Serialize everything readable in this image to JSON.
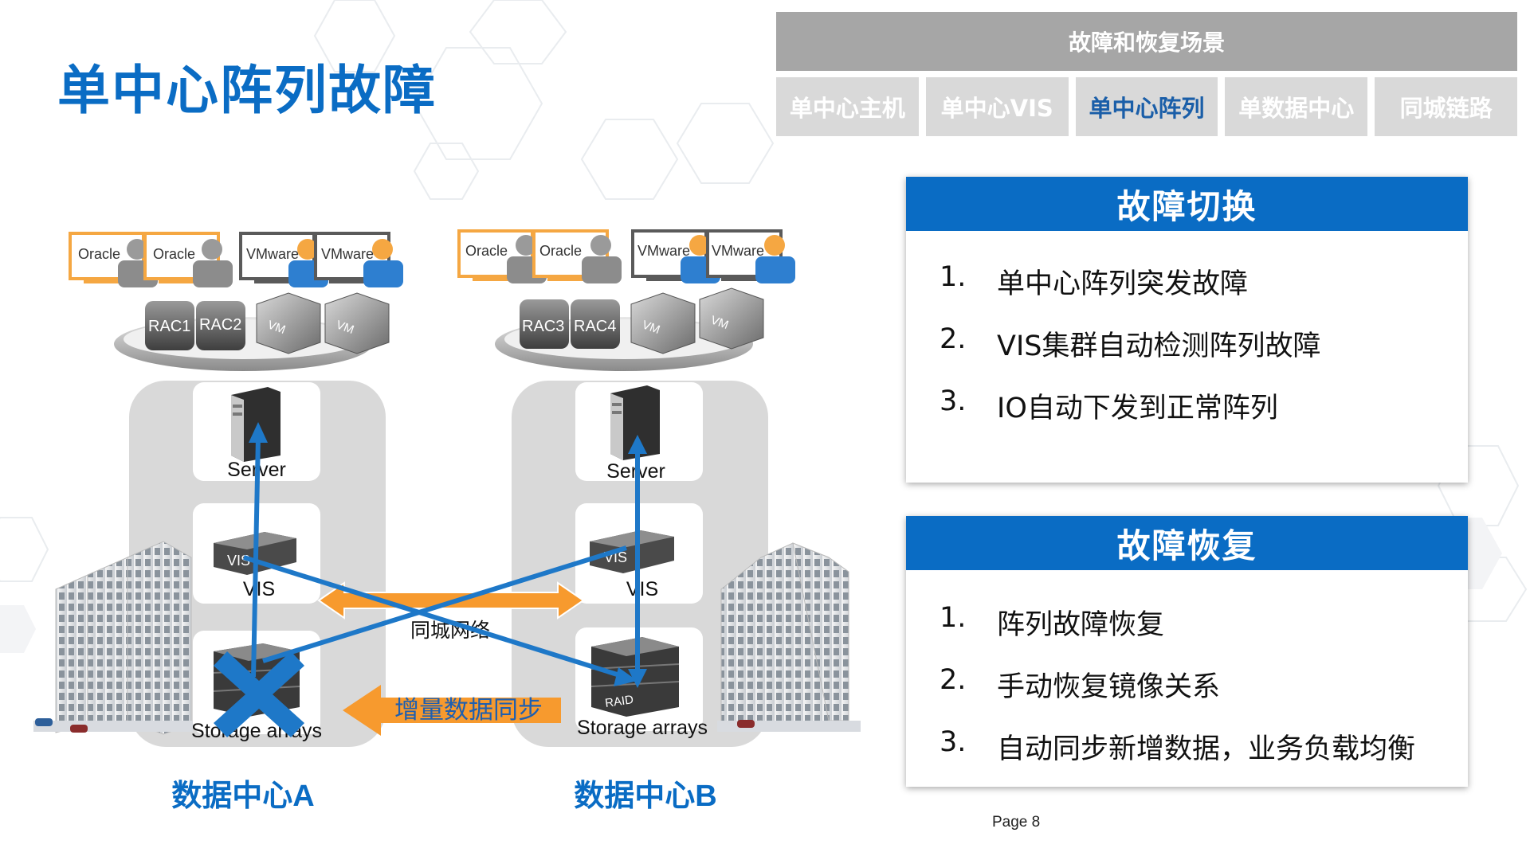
{
  "slide": {
    "title": "单中心阵列故障",
    "page": "Page 8"
  },
  "scene_nav": {
    "header": "故障和恢复场景",
    "tabs": [
      {
        "label": "单中心主机",
        "active": false
      },
      {
        "label": "单中心VIS",
        "active": false
      },
      {
        "label": "单中心阵列",
        "active": true
      },
      {
        "label": "单数据中心",
        "active": false
      },
      {
        "label": "同城链路",
        "active": false
      }
    ]
  },
  "failover": {
    "title": "故障切换",
    "items": [
      {
        "num": "1.",
        "text": "单中心阵列突发故障"
      },
      {
        "num": "2.",
        "text": "VIS集群自动检测阵列故障"
      },
      {
        "num": "3.",
        "text": "IO自动下发到正常阵列"
      }
    ]
  },
  "recovery": {
    "title": "故障恢复",
    "items": [
      {
        "num": "1.",
        "text": "阵列故障恢复"
      },
      {
        "num": "2.",
        "text": "手动恢复镜像关系"
      },
      {
        "num": "3.",
        "text": "自动同步新增数据，业务负载均衡"
      }
    ]
  },
  "diagram": {
    "datacenter_a": {
      "label": "数据中心A",
      "apps": [
        "Oracle",
        "Oracle",
        "VMware",
        "VMware"
      ],
      "nodes": [
        "RAC1",
        "RAC2",
        "VM",
        "VM"
      ],
      "server": "Server",
      "vis": "VIS",
      "vis_badge": "VIS",
      "storage": "Storage arrays"
    },
    "datacenter_b": {
      "label": "数据中心B",
      "apps": [
        "Oracle",
        "Oracle",
        "VMware",
        "VMware"
      ],
      "nodes": [
        "RAC3",
        "RAC4",
        "VM",
        "VM"
      ],
      "server": "Server",
      "vis": "VIS",
      "vis_badge": "VIS",
      "storage": "Storage arrays",
      "raid_badge": "RAID"
    },
    "network_label": "同城网络",
    "sync_label": "增量数据同步"
  },
  "colors": {
    "brand_blue": "#0a6cc4",
    "header_gray": "#a6a6a6",
    "tab_gray": "#d9d9d9",
    "active_tab_text": "#1a5ea8",
    "arrow_orange": "#f79a2e",
    "failure_x": "#1e78c8"
  }
}
